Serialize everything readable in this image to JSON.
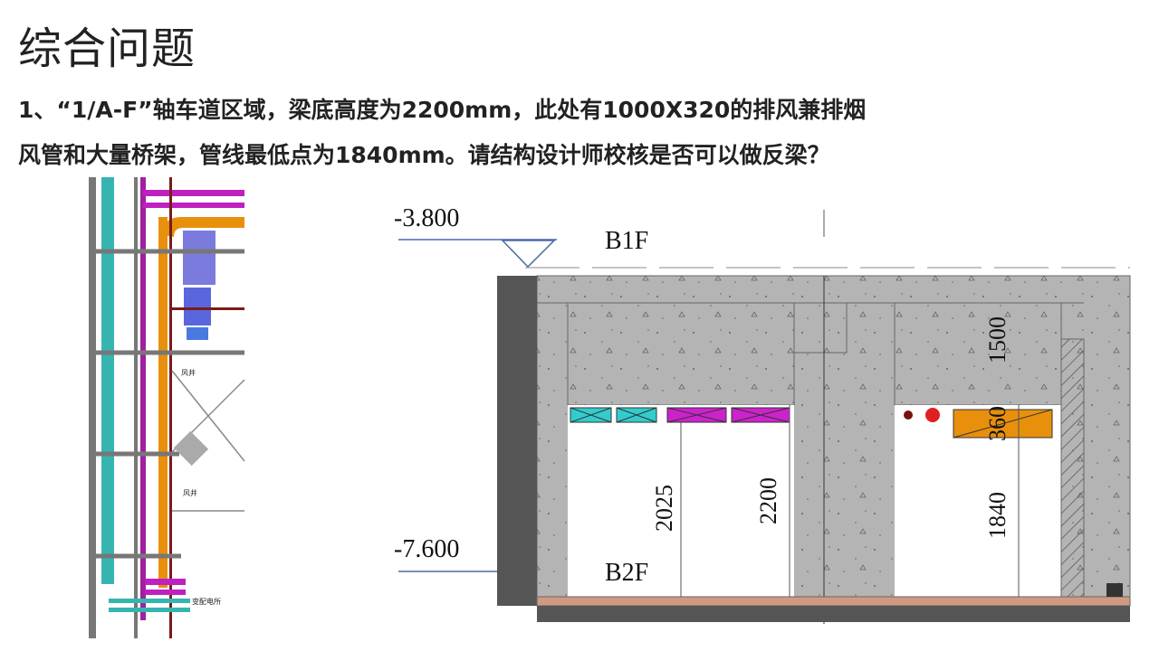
{
  "slide": {
    "title": "综合问题",
    "question_line1": "1、“1/A-F”轴车道区域，梁底高度为2200mm，此处有1000X320的排风兼排烟",
    "question_line2": "风管和大量桥架，管线最低点为1840mm。请结构设计师校核是否可以做反梁？"
  },
  "plan_drawing": {
    "labels": [
      "风井",
      "风井",
      "变配电所"
    ]
  },
  "section_drawing": {
    "levels": [
      {
        "elevation": "-3.800",
        "floor": "B1F"
      },
      {
        "elevation": "-7.600",
        "floor": "B2F"
      }
    ],
    "dimensions": {
      "d1": "2025",
      "d2": "2200",
      "d3": "1500",
      "d4": "360",
      "d5": "1840"
    },
    "colors": {
      "concrete": "#b4b4b4",
      "cable_tray": "#33cccc",
      "smoke_duct": "#cc22cc",
      "exhaust_duct": "#e8900c",
      "pipe": "#e02020"
    }
  }
}
